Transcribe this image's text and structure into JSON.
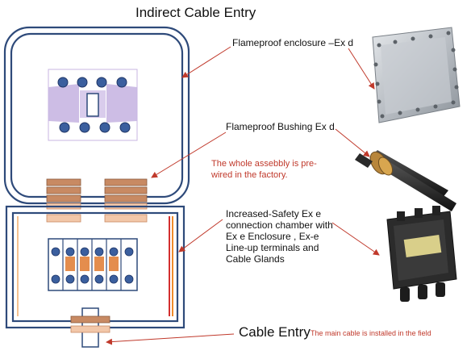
{
  "diagram": {
    "title": "Indirect Cable Entry",
    "labels": {
      "enclosure": "Flameproof enclosure  –Ex d",
      "bushing": "Flameproof Bushing Ex d",
      "prewired_note": "The whole assebbly is pre-\nwired in the factory.",
      "chamber": "Increased-Safety  Ex e\nconnection chamber with\nEx e Enclosure  , Ex-e\nLine-up terminals  and\nCable Glands",
      "cable_entry": "Cable Entry",
      "field_note": "The main cable is installed in the field"
    },
    "colors": {
      "outline": "#2e4a7a",
      "bolt": "#3b5f9e",
      "contactor": "#c8b6e2",
      "bushing": "#c88a63",
      "bushing_light": "#f2c7a9",
      "terminal": "#e07a2e",
      "arrow": "#c0392b",
      "wire_red": "#d32f2f",
      "wire_orange": "#ef8a2b"
    },
    "photos": [
      "flameproof-enclosure-photo",
      "bushing-photo",
      "ex-e-junction-box-photo"
    ]
  }
}
